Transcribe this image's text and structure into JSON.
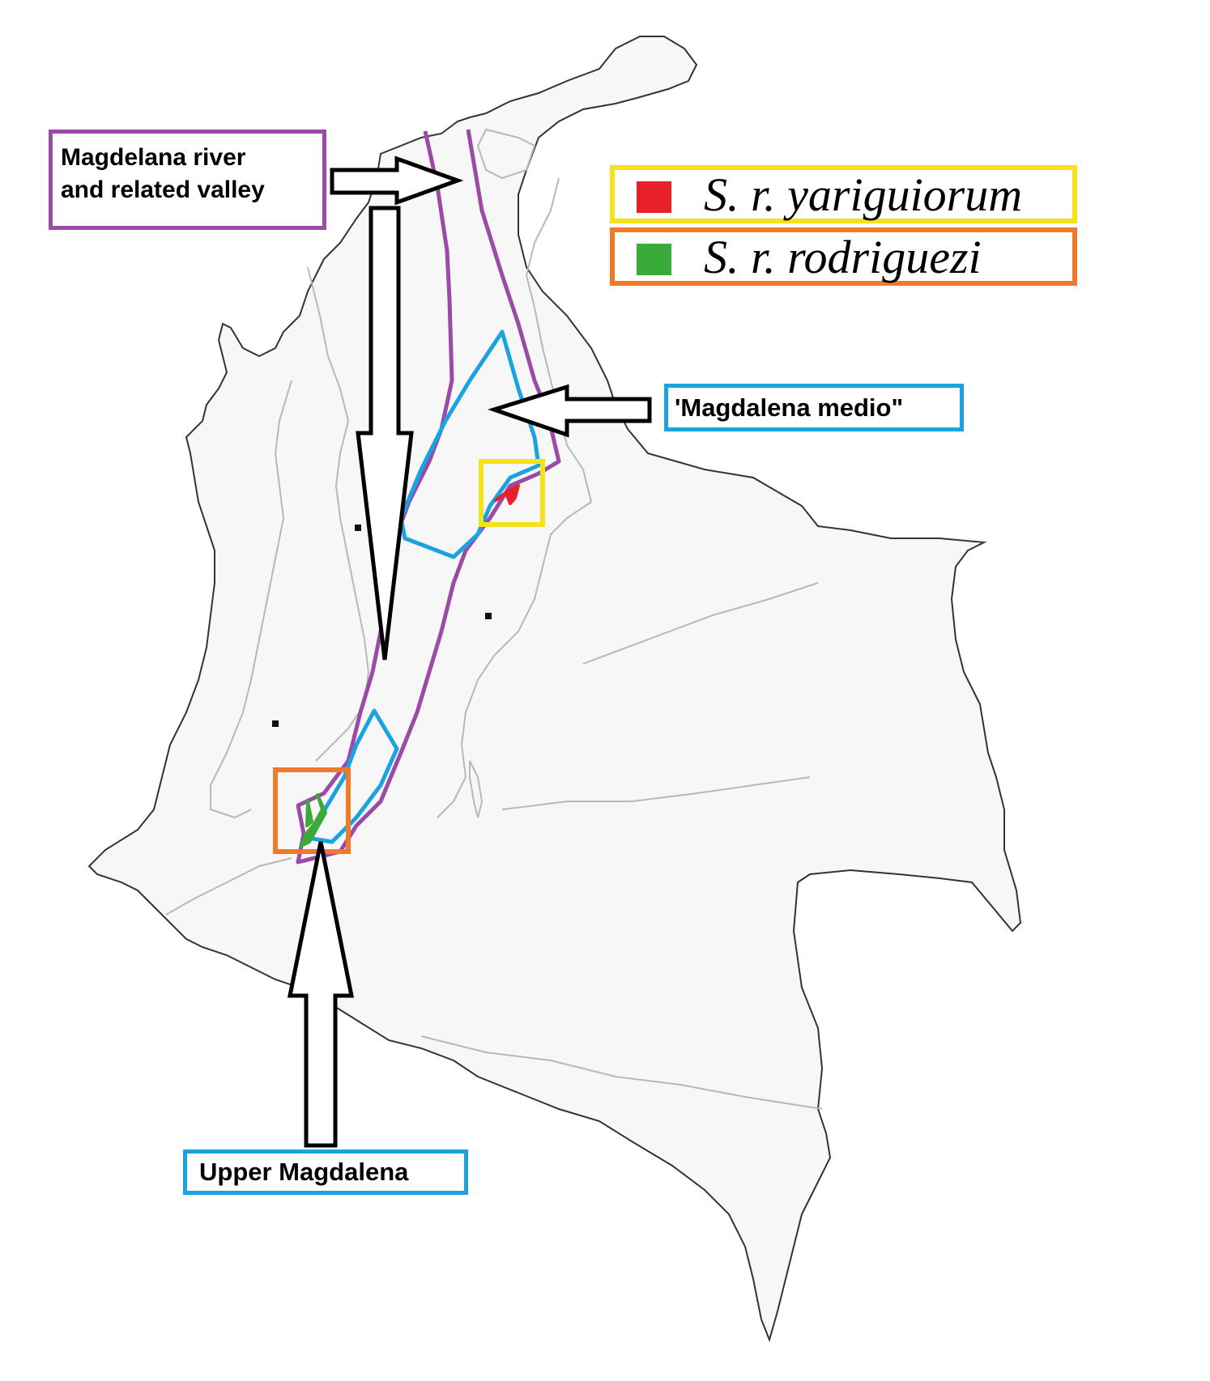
{
  "labels": {
    "river_line1": "Magdelana river",
    "river_line2": "and related valley",
    "medio": "'Magdalena medio\"",
    "upper": "Upper Magdalena"
  },
  "legend": [
    {
      "name": "S. r. yariguiorum",
      "color": "#e8202a",
      "border": "#f5e21a"
    },
    {
      "name": "S. r. rodriguezi",
      "color": "#3aaa3a",
      "border": "#f07a2a"
    }
  ],
  "colors": {
    "river_outline": "#9b4aa6",
    "region_outline": "#1aa3e0",
    "yariguiorum_box": "#f5e21a",
    "rodriguezi_box": "#f07a2a",
    "country_outline": "#333333",
    "contour": "#b8b8b8"
  }
}
